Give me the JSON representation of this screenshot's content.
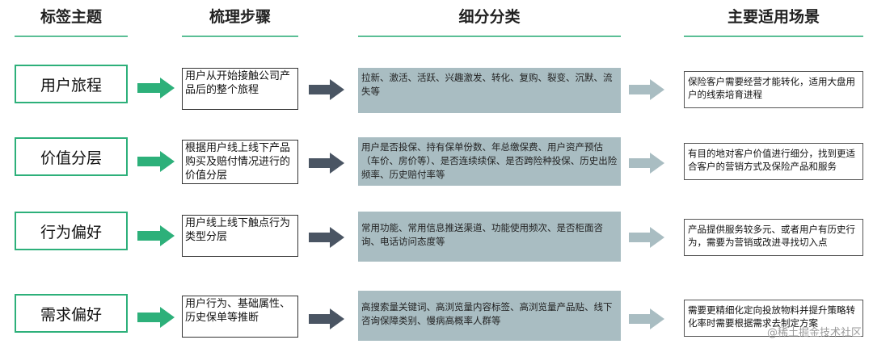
{
  "headers": {
    "topic": "标签主题",
    "steps": "梳理步骤",
    "detail": "细分分类",
    "scene": "主要适用场景"
  },
  "rows": [
    {
      "topic": "用户旅程",
      "step": "用户从开始接触公司产品后的整个旅程",
      "detail": "拉新、激活、活跃、兴趣激发、转化、复购、裂变、沉默、流失等",
      "scene": "保险客户需要经营才能转化，适用大盘用户的线索培育进程"
    },
    {
      "topic": "价值分层",
      "step": "根据用户线上线下产品购买及赔付情况进行的价值分层",
      "detail": "用户是否投保、持有保单份数、年总缴保费、用户资产预估（车价、房价等）、是否连续续保、是否跨险种投保、历史出险频率、历史赔付率等",
      "scene": "有目的地对客户价值进行细分，找到更适合客户的营销方式及保险产品和服务"
    },
    {
      "topic": "行为偏好",
      "step": "用户线上线下触点行为类型分层",
      "detail": "常用功能、常用信息推送渠道、功能使用频次、是否柜面咨询、电话访问态度等",
      "scene": "产品提供服务较多元、或者用户有历史行为，需要为营销或改进寻找切入点"
    },
    {
      "topic": "需求偏好",
      "step": "用户行为、基础属性、历史保单等推断",
      "detail": "高搜索量关键词、高浏览量内容标签、高浏览量产品贴、线下咨询保障类别、慢病高概率人群等",
      "scene": "需要更精细化定向投放物料并提升策略转化率时需要根据需求去制定方案"
    }
  ],
  "watermark": "@稀土掘金技术社区",
  "colors": {
    "green": "#2db07a",
    "dark_arrow": "#4a5563",
    "light_arrow": "#a9bdc2",
    "detail_bg": "#a9bdc2"
  }
}
